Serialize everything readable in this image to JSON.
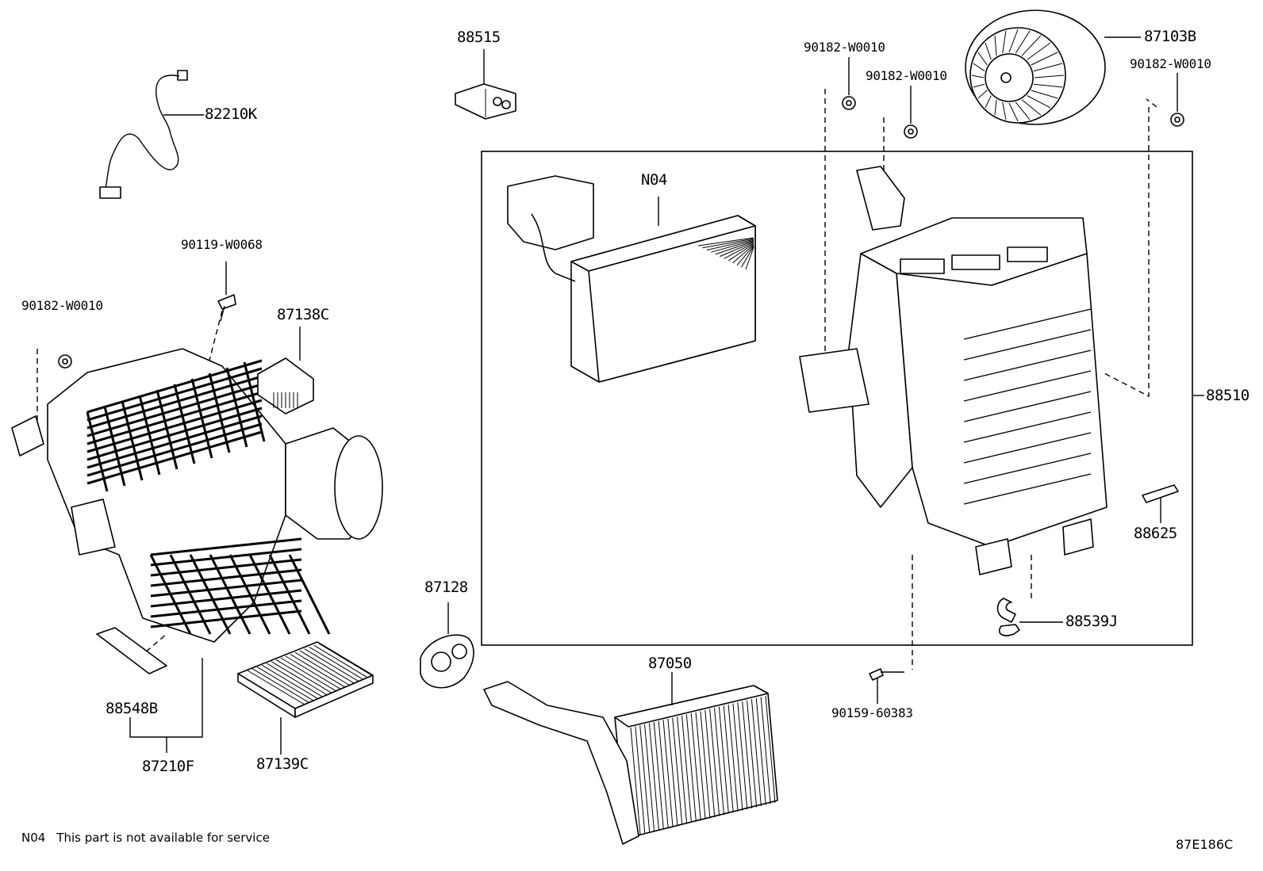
{
  "labels": {
    "p82210K": "82210K",
    "p88515": "88515",
    "p90182_a": "90182-W0010",
    "p90182_b": "90182-W0010",
    "p87103B": "87103B",
    "p90182_c": "90182-W0010",
    "pN04": "N04",
    "p90119": "90119-W0068",
    "p90182_d": "90182-W0010",
    "p87138C": "87138C",
    "p88510": "88510",
    "p88625": "88625",
    "p87128": "87128",
    "p88539J": "88539J",
    "p87050": "87050",
    "p90159": "90159-60383",
    "p88548B": "88548B",
    "p87139C": "87139C",
    "p87210F": "87210F"
  },
  "footnote": {
    "code": "N04",
    "text": "This part is not available for service"
  },
  "diagram_id": "87E186C"
}
